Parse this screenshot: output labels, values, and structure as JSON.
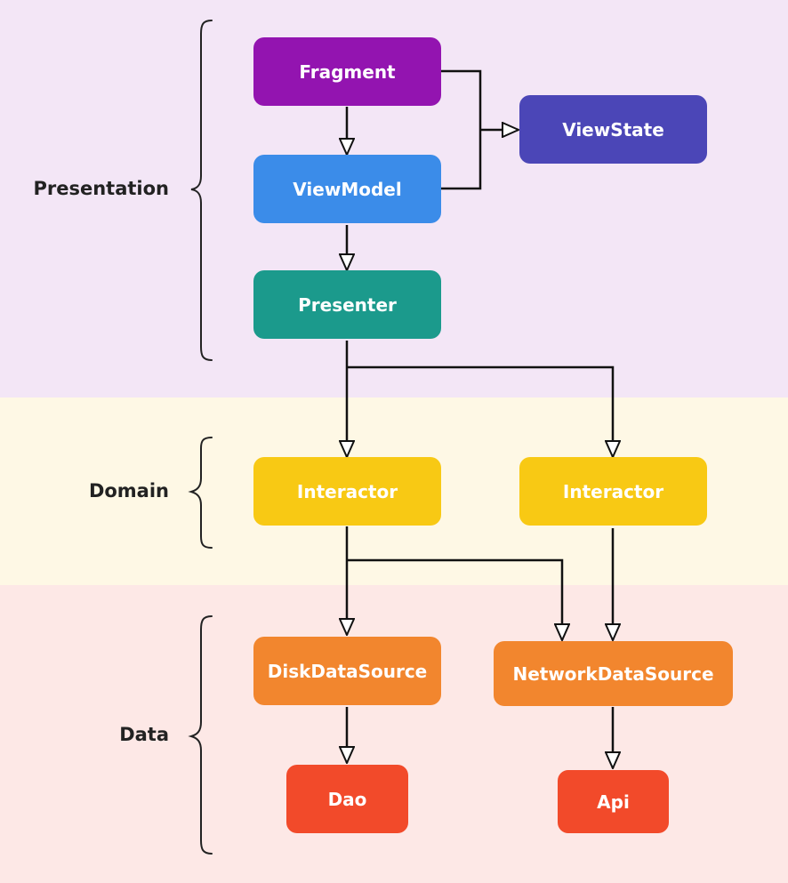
{
  "layers": {
    "presentation": "Presentation",
    "domain": "Domain",
    "data": "Data"
  },
  "nodes": {
    "fragment": "Fragment",
    "viewstate": "ViewState",
    "viewmodel": "ViewModel",
    "presenter": "Presenter",
    "interactor_left": "Interactor",
    "interactor_right": "Interactor",
    "disk_data_source": "DiskDataSource",
    "network_data_source": "NetworkDataSource",
    "dao": "Dao",
    "api": "Api"
  },
  "colors": {
    "presentation_bg": "#f3e6f6",
    "domain_bg": "#fef8e5",
    "data_bg": "#fde8e6",
    "fragment": "#9314b0",
    "viewstate": "#4b46b7",
    "viewmodel": "#3b8ce9",
    "presenter": "#1b9a8c",
    "interactor": "#f8c914",
    "data_source": "#f2862e",
    "leaf": "#f24a2a"
  }
}
